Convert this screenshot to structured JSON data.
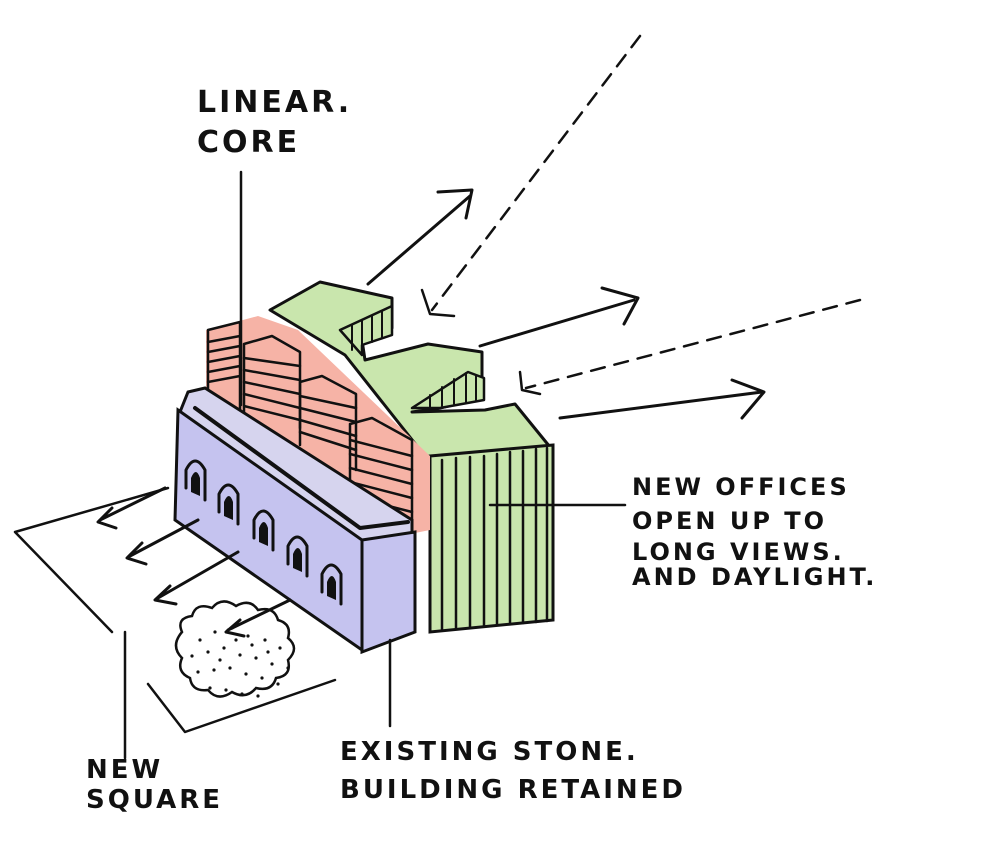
{
  "labels": {
    "linear_core": [
      "LINEAR.",
      "CORE"
    ],
    "new_offices": [
      "NEW OFFICES",
      "OPEN UP TO",
      "LONG VIEWS.",
      "AND DAYLIGHT."
    ],
    "existing_stone": [
      "EXISTING STONE.",
      "BUILDING RETAINED"
    ],
    "new_square": [
      "NEW",
      "SQUARE"
    ]
  },
  "colors": {
    "core": "#f6b3a6",
    "offices": "#c9e6ad",
    "stone": "#c5c3ef",
    "ink": "#111111"
  }
}
